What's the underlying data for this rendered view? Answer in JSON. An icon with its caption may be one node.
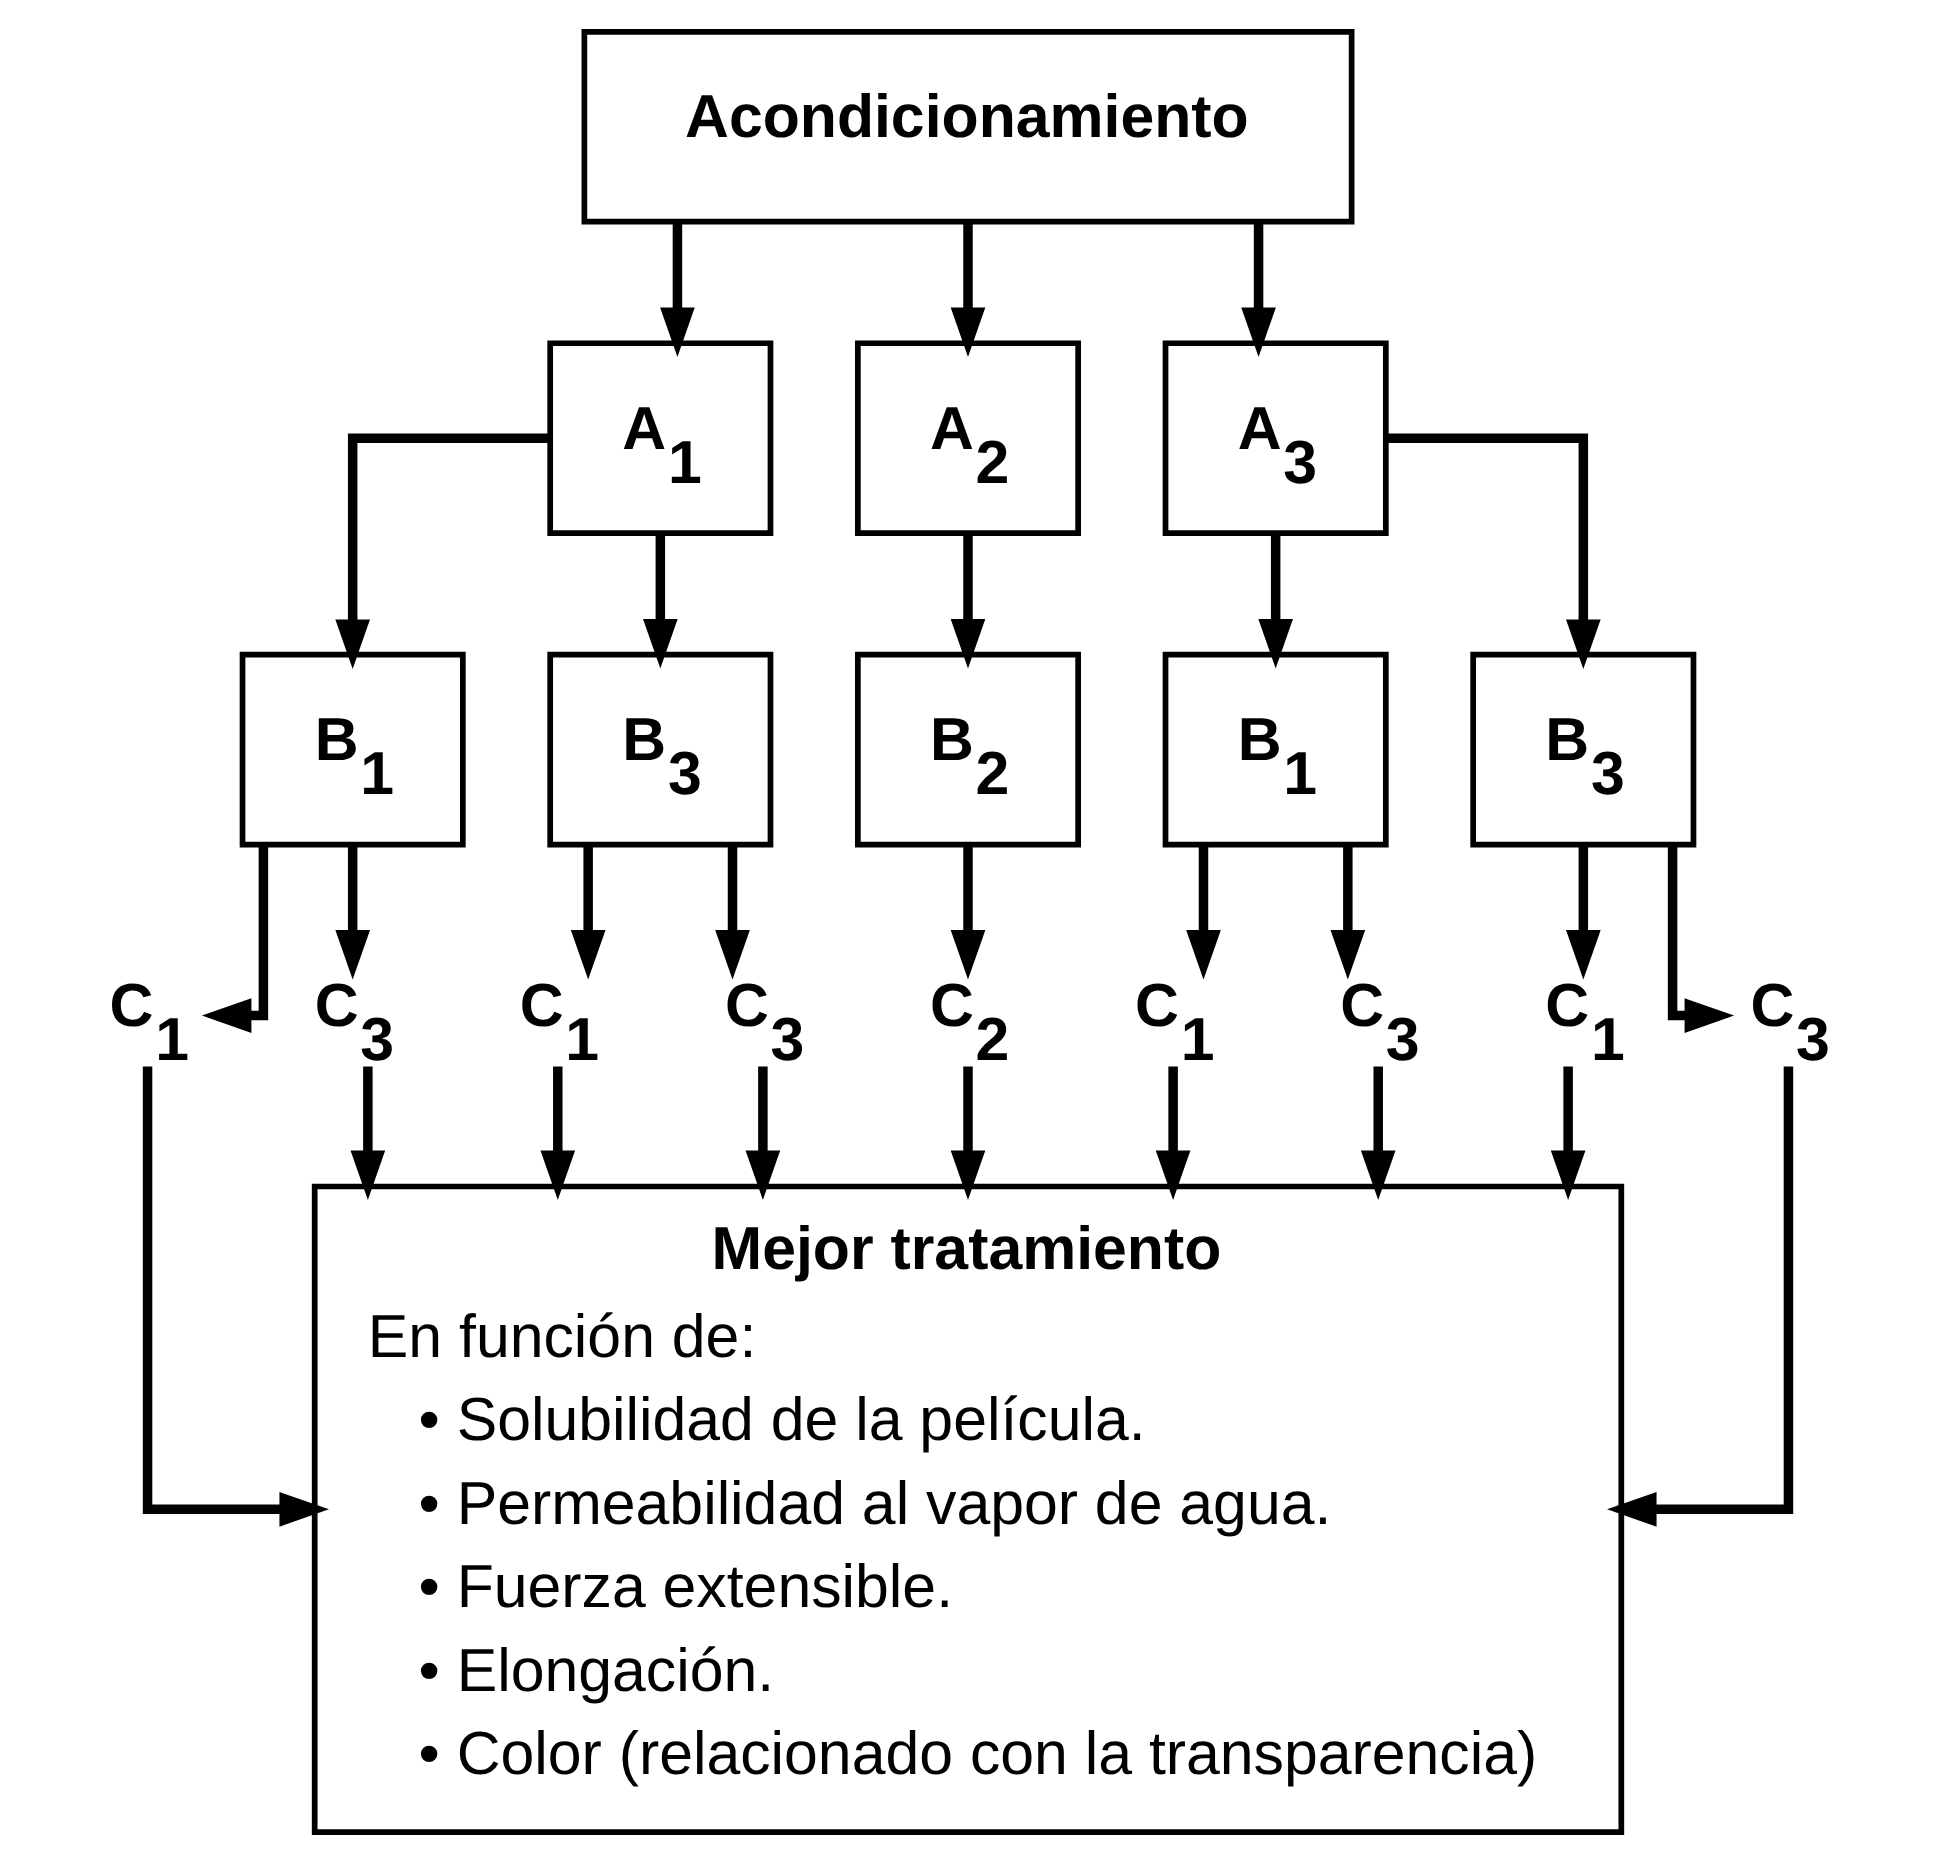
{
  "diagram": {
    "nodes": [
      {
        "text": [
          "Acondicionamiento"
        ]
      },
      {
        "text": [
          "A$_{1}$"
        ]
      },
      {
        "text": [
          "A$_{2}$"
        ]
      },
      {
        "text": [
          "A$_{3}$"
        ]
      },
      {
        "text": [
          "B$_{1}$"
        ]
      },
      {
        "text": [
          "B$_{3}$"
        ]
      },
      {
        "text": [
          "B$_{2}$"
        ]
      },
      {
        "text": [
          "B$_{1}$"
        ]
      },
      {
        "text": [
          "B$_{3}$"
        ]
      },
      {
        "text": [
          "C$_{1}$"
        ]
      },
      {
        "text": [
          "C$_{3}$"
        ]
      },
      {
        "text": [
          "C$_{1}$"
        ]
      },
      {
        "text": [
          "C$_{3}$"
        ]
      },
      {
        "text": [
          "C$_{2}$"
        ]
      },
      {
        "text": [
          "C$_{1}$"
        ]
      },
      {
        "text": [
          "C$_{3}$"
        ]
      },
      {
        "text": [
          "C$_{1}$"
        ]
      },
      {
        "text": [
          "C$_{3}$"
        ]
      },
      {
        "text": [
          "Mejor tratamiento",
          "En función de:",
          "• Solubilidad de la película.",
          "• Permeabilidad al vapor de agua.",
          "• Fuerza extensible.",
          "• Elongación.",
          "• Color (relacionado con la transparencia)"
        ]
      }
    ],
    "edges": [
      {
        "from": 0,
        "to": 1,
        "arrow": "to"
      },
      {
        "from": 0,
        "to": 2,
        "arrow": "to"
      },
      {
        "from": 0,
        "to": 3,
        "arrow": "to"
      },
      {
        "from": 1,
        "to": 4,
        "arrow": "to"
      },
      {
        "from": 1,
        "to": 5,
        "arrow": "to"
      },
      {
        "from": 2,
        "to": 6,
        "arrow": "to"
      },
      {
        "from": 3,
        "to": 7,
        "arrow": "to"
      },
      {
        "from": 3,
        "to": 8,
        "arrow": "to"
      },
      {
        "from": 4,
        "to": 9,
        "arrow": "to"
      },
      {
        "from": 4,
        "to": 10,
        "arrow": "to"
      },
      {
        "from": 5,
        "to": 11,
        "arrow": "to"
      },
      {
        "from": 5,
        "to": 12,
        "arrow": "to"
      },
      {
        "from": 6,
        "to": 13,
        "arrow": "to"
      },
      {
        "from": 7,
        "to": 14,
        "arrow": "to"
      },
      {
        "from": 7,
        "to": 15,
        "arrow": "to"
      },
      {
        "from": 8,
        "to": 16,
        "arrow": "to"
      },
      {
        "from": 8,
        "to": 17,
        "arrow": "to"
      },
      {
        "from": 9,
        "to": 18,
        "arrow": "to"
      },
      {
        "from": 10,
        "to": 18,
        "arrow": "to"
      },
      {
        "from": 11,
        "to": 18,
        "arrow": "to"
      },
      {
        "from": 12,
        "to": 18,
        "arrow": "to"
      },
      {
        "from": 13,
        "to": 18,
        "arrow": "to"
      },
      {
        "from": 14,
        "to": 18,
        "arrow": "to"
      },
      {
        "from": 15,
        "to": 18,
        "arrow": "to"
      },
      {
        "from": 16,
        "to": 18,
        "arrow": "to"
      },
      {
        "from": 17,
        "to": 18,
        "arrow": "to"
      }
    ]
  }
}
